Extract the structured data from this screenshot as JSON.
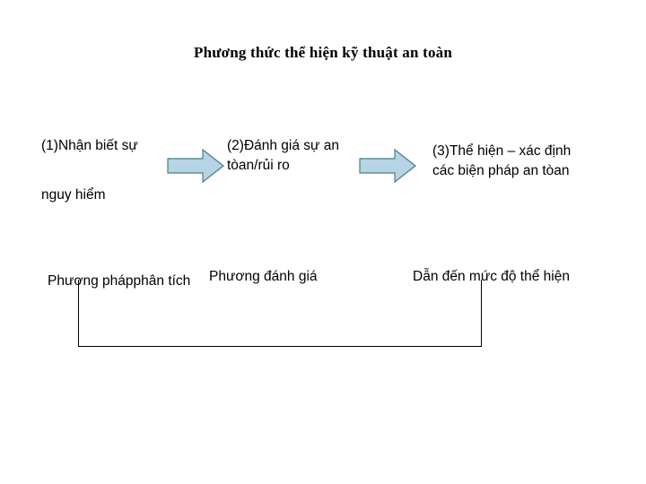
{
  "slide": {
    "title": "Phương thức thể hiện kỹ thuật an toàn",
    "steps": [
      {
        "id": "step-1",
        "line1": "(1)Nhận biết sự",
        "line2": "nguy hiểm"
      },
      {
        "id": "step-2",
        "text": "(2)Đánh giá sự an tòan/rủi ro"
      },
      {
        "id": "step-3",
        "text": "(3)Thể hiện – xác định các biện pháp an tòan"
      }
    ],
    "methods": [
      {
        "id": "method-1",
        "text": "Phương phápphân tích"
      },
      {
        "id": "method-2",
        "text": "Phương đánh giá"
      },
      {
        "id": "method-3",
        "text": "Dẫn đến mức độ thể hiện"
      }
    ],
    "arrows": [
      {
        "id": "arrow-1",
        "name": "right-arrow-icon"
      },
      {
        "id": "arrow-2",
        "name": "right-arrow-icon"
      }
    ],
    "colors": {
      "arrow_fill": "#b6d4e3",
      "arrow_stroke": "#4a7a8c",
      "text": "#000000",
      "background": "#ffffff"
    }
  }
}
